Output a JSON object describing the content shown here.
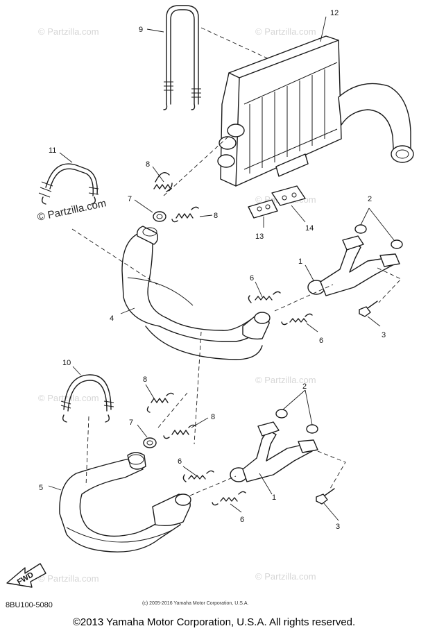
{
  "watermark": {
    "text": "© Partzilla.com"
  },
  "callouts": {
    "c1a": "1",
    "c1b": "1",
    "c2a": "2",
    "c2b": "2",
    "c3a": "3",
    "c3b": "3",
    "c4": "4",
    "c5": "5",
    "c6a": "6",
    "c6b": "6",
    "c6c": "6",
    "c6d": "6",
    "c7a": "7",
    "c7b": "7",
    "c8a": "8",
    "c8b": "8",
    "c8c": "8",
    "c8d": "8",
    "c9": "9",
    "c10": "10",
    "c11": "11",
    "c12": "12",
    "c13": "13",
    "c14": "14"
  },
  "fwd_label": "FWD",
  "diagram_code": "8BU100-5080",
  "small_copyright": "(c) 2005-2016 Yamaha Motor Corporation, U.S.A.",
  "copyright": "©2013 Yamaha Motor Corporation, U.S.A. All rights reserved."
}
